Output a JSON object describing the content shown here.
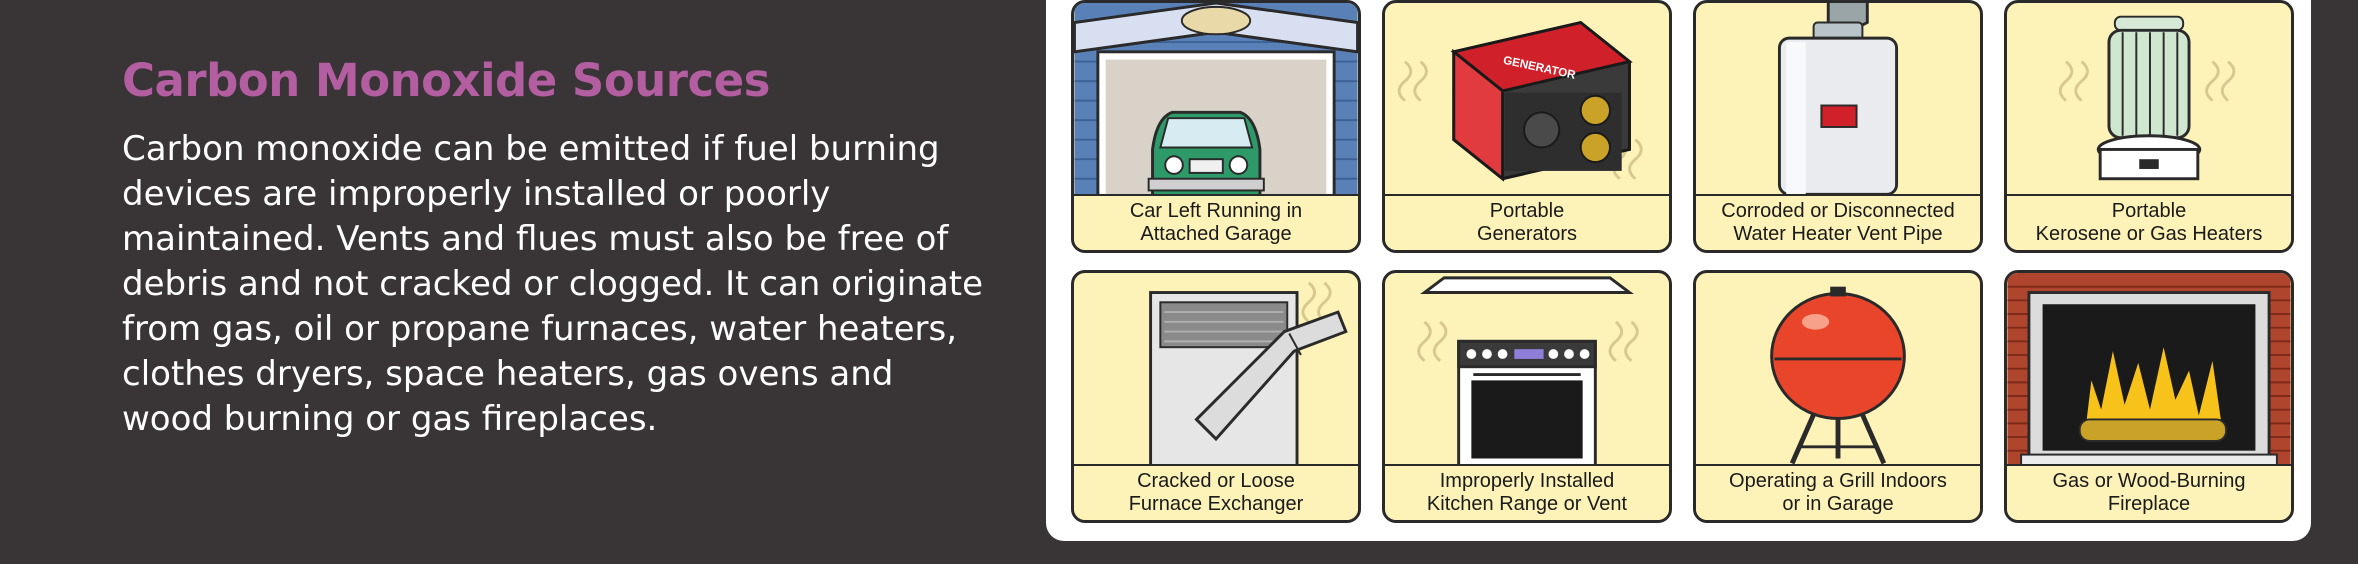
{
  "panel": {
    "title": "Carbon Monoxide Sources",
    "body": "Carbon monoxide can be emitted if fuel burning\ndevices are improperly installed or poorly\nmaintained.  Vents and flues must also be free of\ndebris and not cracked or clogged. It can originate\nfrom gas, oil or propane furnaces, water heaters,\nclothes dryers, space heaters, gas ovens and\nwood burning or gas fireplaces."
  },
  "sources": [
    {
      "line1": "Car Left Running in",
      "line2": "Attached Garage",
      "icon": "car-garage-icon"
    },
    {
      "line1": "Portable",
      "line2": "Generators",
      "icon": "generator-icon",
      "sign": "GENERATOR"
    },
    {
      "line1": "Corroded or Disconnected",
      "line2": "Water Heater Vent Pipe",
      "icon": "water-heater-icon"
    },
    {
      "line1": "Portable",
      "line2": "Kerosene or Gas Heaters",
      "icon": "kerosene-heater-icon"
    },
    {
      "line1": "Cracked or Loose",
      "line2": "Furnace Exchanger",
      "icon": "furnace-icon"
    },
    {
      "line1": "Improperly Installed",
      "line2": "Kitchen Range or Vent",
      "icon": "kitchen-range-icon"
    },
    {
      "line1": "Operating a Grill Indoors",
      "line2": "or in Garage",
      "icon": "grill-icon"
    },
    {
      "line1": "Gas or Wood-Burning",
      "line2": "Fireplace",
      "icon": "fireplace-icon"
    }
  ],
  "colors": {
    "background": "#393436",
    "title": "#b45ea2",
    "tile": "#fdf3b8",
    "car": "#2e9a6a",
    "generator": "#d0202a",
    "grill": "#e8452a",
    "flame": "#f7c21a"
  }
}
